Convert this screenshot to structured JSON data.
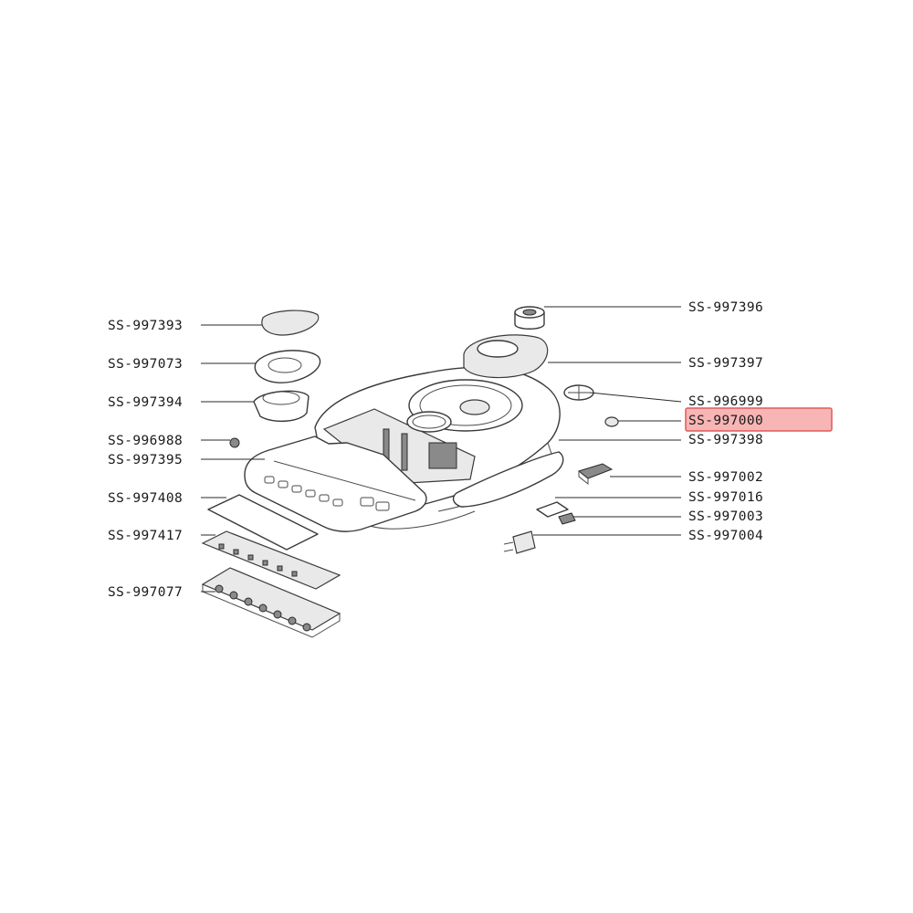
{
  "parts_left": [
    {
      "label": "SS-997393"
    },
    {
      "label": "SS-997073"
    },
    {
      "label": "SS-997394"
    },
    {
      "label": "SS-996988"
    },
    {
      "label": "SS-997395"
    },
    {
      "label": "SS-997408"
    },
    {
      "label": "SS-997417"
    },
    {
      "label": "SS-997077"
    }
  ],
  "parts_right": [
    {
      "label": "SS-997396"
    },
    {
      "label": "SS-997397"
    },
    {
      "label": "SS-996999"
    },
    {
      "label": "SS-997000",
      "highlighted": true
    },
    {
      "label": "SS-997398"
    },
    {
      "label": "SS-997002"
    },
    {
      "label": "SS-997016"
    },
    {
      "label": "SS-997003"
    },
    {
      "label": "SS-997004"
    }
  ],
  "highlight_color": "#f7a8a8"
}
